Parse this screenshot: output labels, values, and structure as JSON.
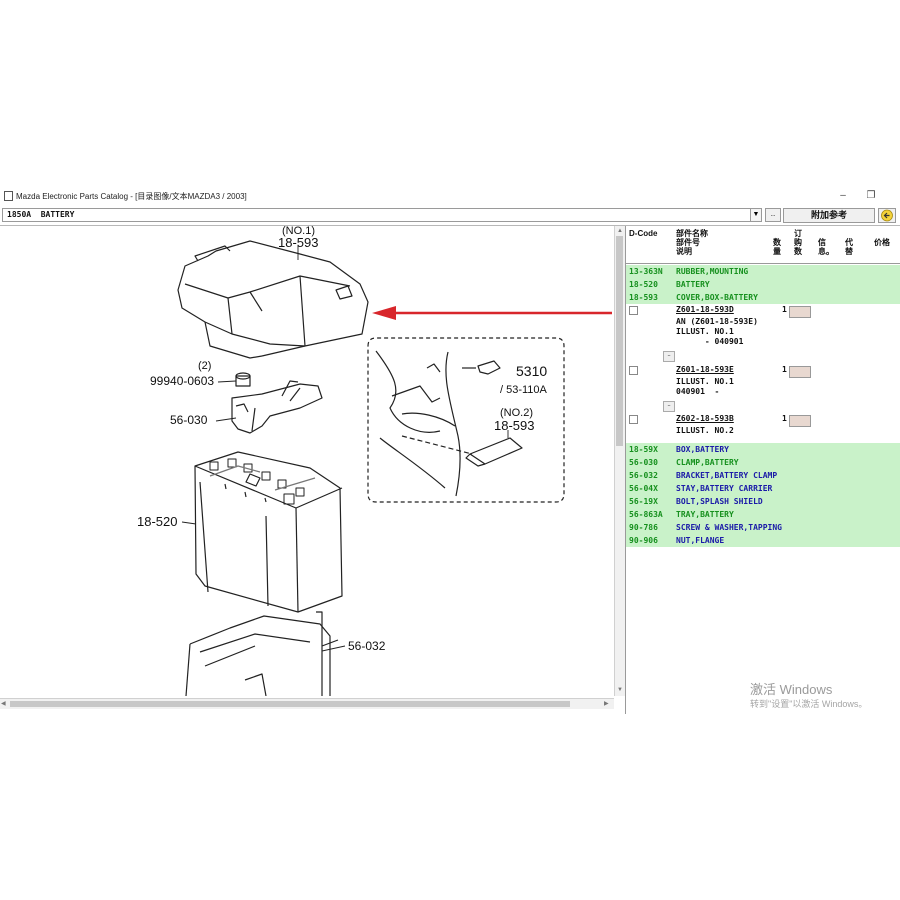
{
  "window": {
    "title": "Mazda Electronic Parts Catalog - [目录图像/文本MAZDA3 / 2003]",
    "minimize_glyph": "–",
    "restore_glyph": "❐"
  },
  "toolbar": {
    "section": "1850A  BATTERY",
    "dots_label": "..",
    "ref_label": "附加参考",
    "combo_arrow": "▼"
  },
  "columns": {
    "dcode": "D-Code",
    "part_name": "部件名称",
    "part_number": "部件号",
    "description": "说明",
    "qty": "数量",
    "order_qty": "订购数",
    "info": "信息。",
    "substitute": "代替",
    "price": "价格"
  },
  "parts": [
    {
      "code": "13-363N",
      "name": "RUBBER,MOUNTING",
      "name_color": "#16901e"
    },
    {
      "code": "18-520",
      "name": "BATTERY",
      "name_color": "#16901e"
    },
    {
      "code": "18-593",
      "name": "COVER,BOX-BATTERY",
      "name_color": "#16901e"
    },
    {
      "code": "18-59X",
      "name": "BOX,BATTERY",
      "name_color": "#1a1aa8"
    },
    {
      "code": "56-030",
      "name": "CLAMP,BATTERY",
      "name_color": "#16901e"
    },
    {
      "code": "56-032",
      "name": "BRACKET,BATTERY CLAMP",
      "name_color": "#1a1aa8"
    },
    {
      "code": "56-04X",
      "name": "STAY,BATTERY CARRIER",
      "name_color": "#1a1aa8"
    },
    {
      "code": "56-19X",
      "name": "BOLT,SPLASH SHIELD",
      "name_color": "#1a1aa8"
    },
    {
      "code": "56-863A",
      "name": "TRAY,BATTERY",
      "name_color": "#16901e"
    },
    {
      "code": "90-786",
      "name": "SCREW & WASHER,TAPPING",
      "name_color": "#1a1aa8"
    },
    {
      "code": "90-906",
      "name": "NUT,FLANGE",
      "name_color": "#1a1aa8"
    }
  ],
  "variants": [
    {
      "part_no": "Z601-18-593D",
      "qty": "1",
      "lines": [
        "AN (Z601-18-593E)",
        "ILLUST. NO.1",
        "      - 040901"
      ]
    },
    {
      "part_no": "Z601-18-593E",
      "qty": "1",
      "lines": [
        "ILLUST. NO.1",
        "040901  -"
      ]
    },
    {
      "part_no": "Z602-18-593B",
      "qty": "1",
      "lines": [
        "ILLUST. NO.2"
      ]
    }
  ],
  "diagram": {
    "labels": {
      "cover_note": "(NO.1)",
      "cover_no": "18-593",
      "qty2": "(2)",
      "nut_no": "99940-0603",
      "clamp_no": "56-030",
      "battery_no": "18-520",
      "bracket_no": "56-032",
      "ref_5310": "5310",
      "ref_53110a": "/ 53-110A",
      "cover2_note": "(NO.2)",
      "cover2_no": "18-593"
    }
  },
  "watermark": {
    "main": "激活 Windows",
    "sub": "转到\"设置\"以激活 Windows。"
  }
}
